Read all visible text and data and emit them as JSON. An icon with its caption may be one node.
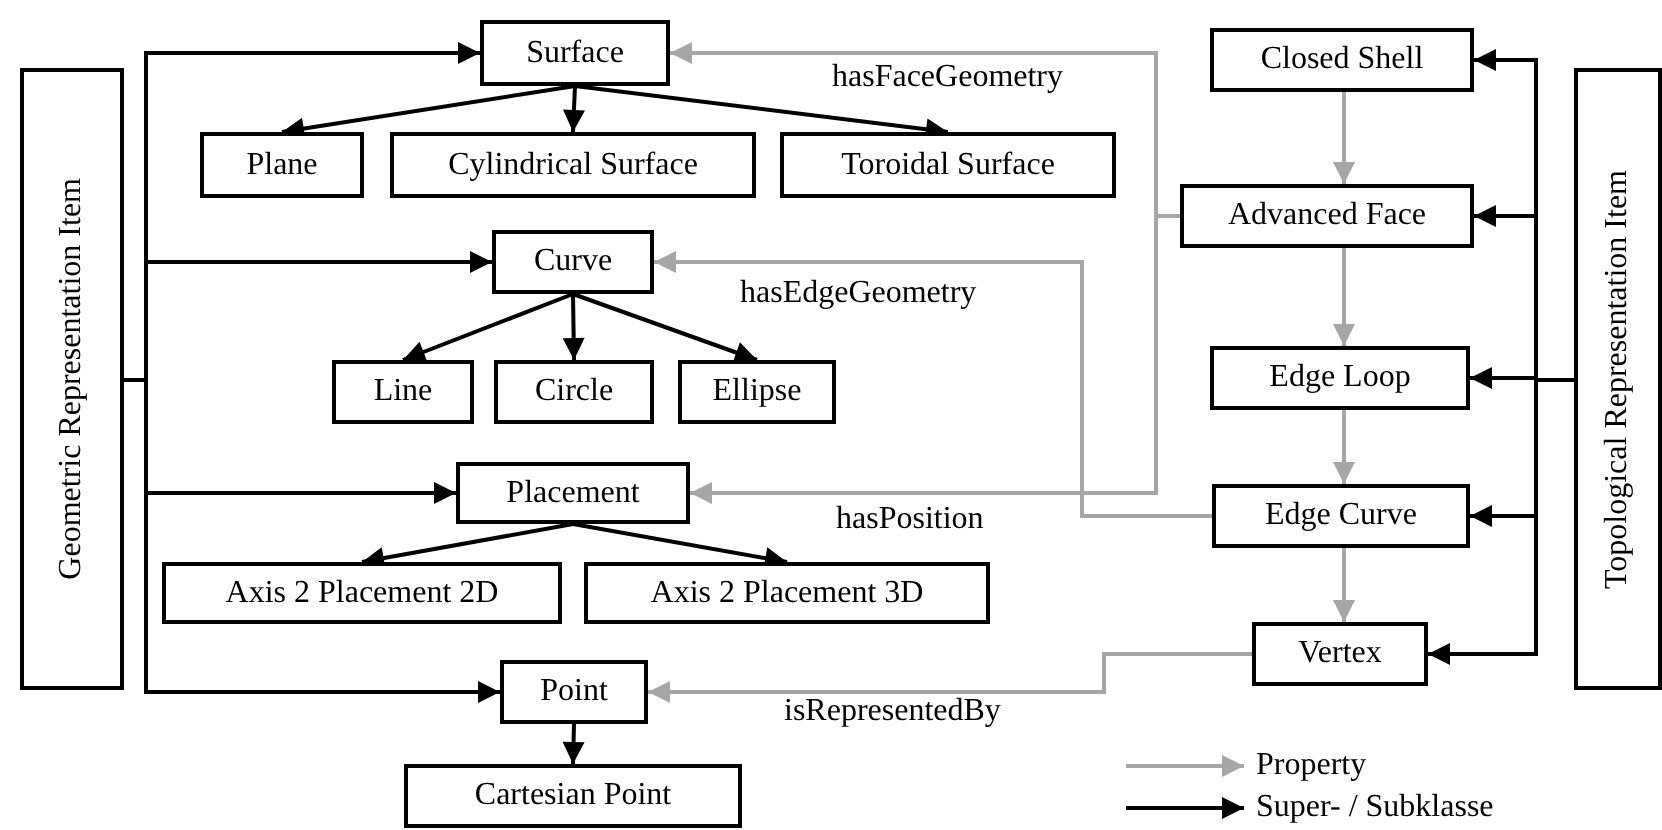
{
  "diagram": {
    "nodes": [
      {
        "text": [
          "Geometric Representation Item"
        ]
      },
      {
        "text": [
          "Surface"
        ]
      },
      {
        "text": [
          "Plane"
        ]
      },
      {
        "text": [
          "Cylindrical Surface"
        ]
      },
      {
        "text": [
          "Toroidal Surface"
        ]
      },
      {
        "text": [
          "Curve"
        ]
      },
      {
        "text": [
          "Line"
        ]
      },
      {
        "text": [
          "Circle"
        ]
      },
      {
        "text": [
          "Ellipse"
        ]
      },
      {
        "text": [
          "Placement"
        ]
      },
      {
        "text": [
          "Axis 2 Placement 2D"
        ]
      },
      {
        "text": [
          "Axis 2 Placement 3D"
        ]
      },
      {
        "text": [
          "Point"
        ]
      },
      {
        "text": [
          "Cartesian Point"
        ]
      },
      {
        "text": [
          "Topological Representation Item"
        ]
      },
      {
        "text": [
          "Closed Shell"
        ]
      },
      {
        "text": [
          "Advanced Face"
        ]
      },
      {
        "text": [
          "Edge Loop"
        ]
      },
      {
        "text": [
          "Edge Curve"
        ]
      },
      {
        "text": [
          "Vertex"
        ]
      }
    ],
    "edges": [
      {
        "from": 0,
        "to": 1,
        "arrow": "to"
      },
      {
        "from": 0,
        "to": 5,
        "arrow": "to"
      },
      {
        "from": 0,
        "to": 9,
        "arrow": "to"
      },
      {
        "from": 0,
        "to": 12,
        "arrow": "to"
      },
      {
        "from": 1,
        "to": 2,
        "arrow": "to"
      },
      {
        "from": 1,
        "to": 3,
        "arrow": "to"
      },
      {
        "from": 1,
        "to": 4,
        "arrow": "to"
      },
      {
        "from": 5,
        "to": 6,
        "arrow": "to"
      },
      {
        "from": 5,
        "to": 7,
        "arrow": "to"
      },
      {
        "from": 5,
        "to": 8,
        "arrow": "to"
      },
      {
        "from": 9,
        "to": 10,
        "arrow": "to"
      },
      {
        "from": 9,
        "to": 11,
        "arrow": "to"
      },
      {
        "from": 12,
        "to": 13,
        "arrow": "to"
      },
      {
        "from": 14,
        "to": 15,
        "arrow": "to"
      },
      {
        "from": 14,
        "to": 16,
        "arrow": "to"
      },
      {
        "from": 14,
        "to": 17,
        "arrow": "to"
      },
      {
        "from": 14,
        "to": 18,
        "arrow": "to"
      },
      {
        "from": 14,
        "to": 19,
        "arrow": "to"
      },
      {
        "from": 15,
        "to": 16,
        "arrow": "to",
        "color": "#a6a6a6"
      },
      {
        "from": 16,
        "to": 17,
        "arrow": "to",
        "color": "#a6a6a6"
      },
      {
        "from": 17,
        "to": 18,
        "arrow": "to",
        "color": "#a6a6a6"
      },
      {
        "from": 18,
        "to": 19,
        "arrow": "to",
        "color": "#a6a6a6"
      },
      {
        "from": 16,
        "to": 1,
        "arrow": "to",
        "label": "hasFaceGeometry",
        "color": "#a6a6a6"
      },
      {
        "from": 18,
        "to": 5,
        "arrow": "to",
        "label": "hasEdgeGeometry",
        "color": "#a6a6a6"
      },
      {
        "from": 16,
        "to": 9,
        "arrow": "to",
        "label": "hasPosition",
        "color": "#a6a6a6"
      },
      {
        "from": 19,
        "to": 12,
        "arrow": "to",
        "label": "isRepresentedBy",
        "color": "#a6a6a6"
      }
    ],
    "legend": [
      {
        "text": "Property"
      },
      {
        "text": "Super- / Subklasse"
      }
    ]
  }
}
